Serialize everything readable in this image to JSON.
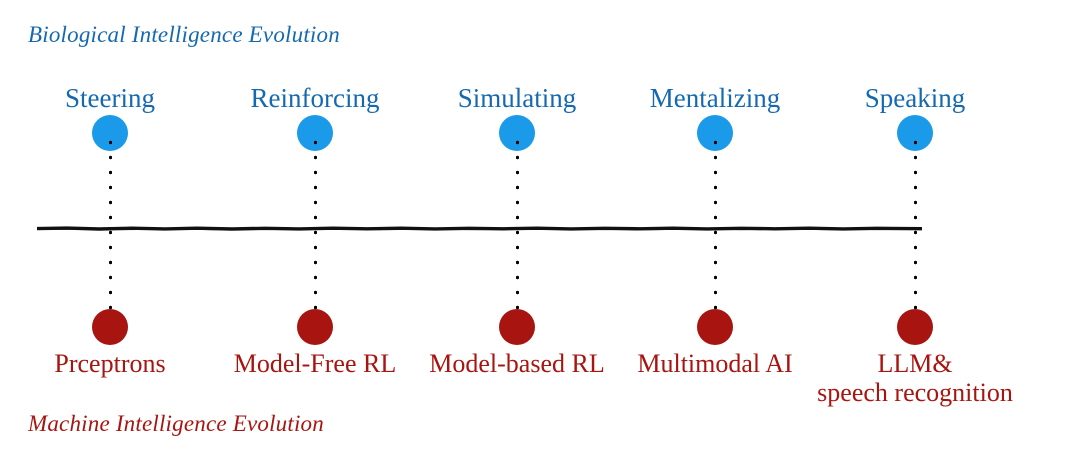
{
  "diagram": {
    "top_caption": "Biological Intelligence Evolution",
    "bottom_caption": "Machine Intelligence Evolution",
    "colors": {
      "biological_text": "#1569b0",
      "biological_node": "#1a9ae8",
      "machine_text": "#a81510",
      "machine_node": "#a81510",
      "axis": "#111111",
      "background": "#ffffff"
    },
    "axis": {
      "orientation": "horizontal",
      "style": "hand-drawn solid line"
    },
    "stages": [
      {
        "biological": "Steering",
        "machine_line1": "Prceptrons",
        "machine_line2": ""
      },
      {
        "biological": "Reinforcing",
        "machine_line1": "Model-Free RL",
        "machine_line2": ""
      },
      {
        "biological": "Simulating",
        "machine_line1": "Model-based RL",
        "machine_line2": ""
      },
      {
        "biological": "Mentalizing",
        "machine_line1": "Multimodal AI",
        "machine_line2": ""
      },
      {
        "biological": "Speaking",
        "machine_line1": "LLM&",
        "machine_line2": "speech recognition"
      }
    ]
  }
}
